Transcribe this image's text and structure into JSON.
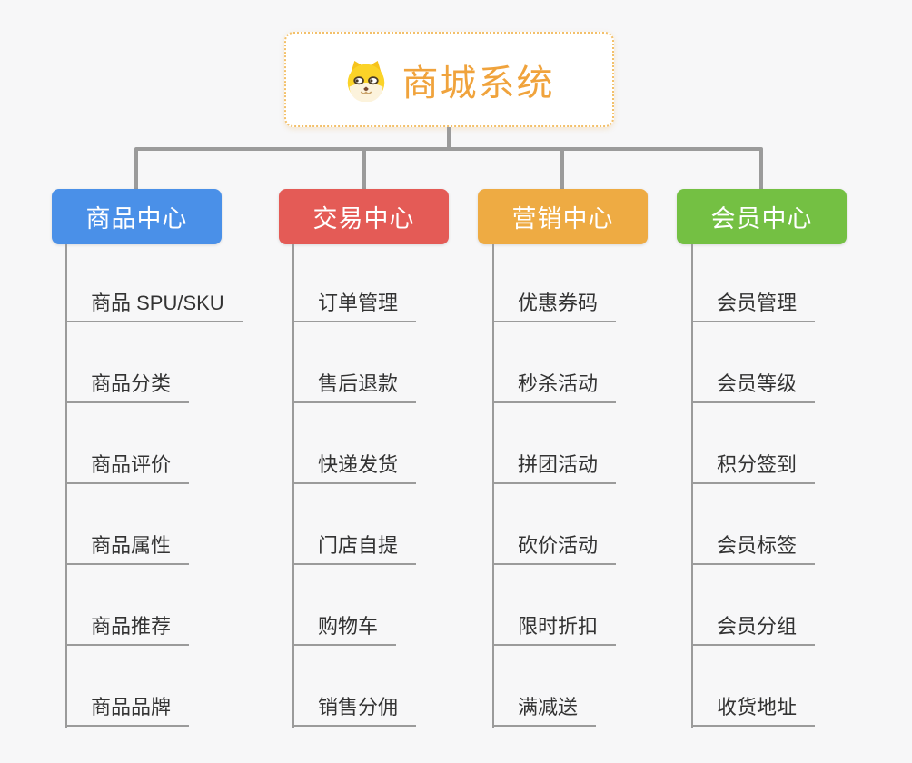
{
  "root": {
    "title": "商城系统",
    "icon": "dog-face-icon",
    "accent_color": "#f0a33c",
    "border_color": "#f3c06a"
  },
  "colors": {
    "background": "#f7f7f8",
    "connector": "#9b9b9b",
    "leaf_text": "#333333"
  },
  "branches": [
    {
      "label": "商品中心",
      "color": "#4a90e8",
      "items": [
        "商品 SPU/SKU",
        "商品分类",
        "商品评价",
        "商品属性",
        "商品推荐",
        "商品品牌"
      ]
    },
    {
      "label": "交易中心",
      "color": "#e45b56",
      "items": [
        "订单管理",
        "售后退款",
        "快递发货",
        "门店自提",
        "购物车",
        "销售分佣"
      ]
    },
    {
      "label": "营销中心",
      "color": "#eeab43",
      "items": [
        "优惠券码",
        "秒杀活动",
        "拼团活动",
        "砍价活动",
        "限时折扣",
        "满减送"
      ]
    },
    {
      "label": "会员中心",
      "color": "#74c043",
      "items": [
        "会员管理",
        "会员等级",
        "积分签到",
        "会员标签",
        "会员分组",
        "收货地址"
      ]
    }
  ]
}
